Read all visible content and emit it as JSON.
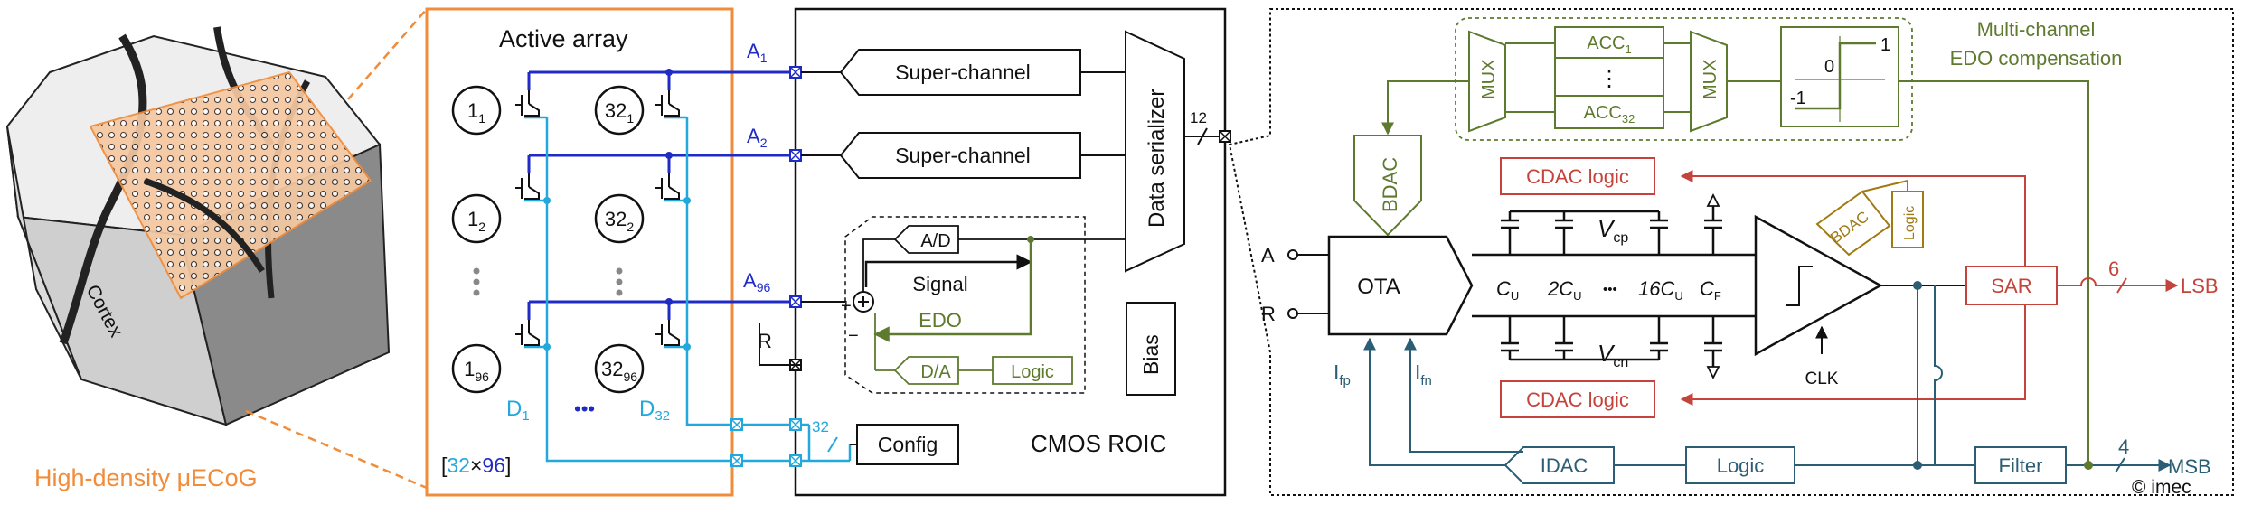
{
  "colors": {
    "black": "#111111",
    "orange": "#f08c3a",
    "orange_fill": "#f6c9a2",
    "blue": "#1f2bc4",
    "cyan": "#22a8dc",
    "olive": "#5e7a2e",
    "red": "#c4443c",
    "teal": "#2b5e74",
    "gold": "#a07a12",
    "gray": "#888888"
  },
  "left": {
    "cortex_label": "Cortex",
    "caption": "High-density μECoG"
  },
  "array": {
    "title": "Active array",
    "col1_main": [
      "1",
      "1",
      "1"
    ],
    "col1_sub": [
      "1",
      "2",
      "96"
    ],
    "col2_main": [
      "32",
      "32",
      "32"
    ],
    "col2_sub": [
      "1",
      "2",
      "96"
    ],
    "dots": "•••",
    "d1_main": "D",
    "d1_sub": "1",
    "d32_main": "D",
    "d32_sub": "32",
    "size_open": "[",
    "size_a": "32",
    "size_x": "×",
    "size_b": "96",
    "size_close": "]"
  },
  "roic": {
    "a1_main": "A",
    "a1_sub": "1",
    "a2_main": "A",
    "a2_sub": "2",
    "a96_main": "A",
    "a96_sub": "96",
    "r_label": "R",
    "superchannel_1": "Super-channel",
    "superchannel_2": "Super-channel",
    "serializer": "Data serializer",
    "bus12": "12",
    "ad": "A/D",
    "signal": "Signal",
    "edo": "EDO",
    "da": "D/A",
    "logic": "Logic",
    "plus": "+",
    "minus": "−",
    "bias": "Bias",
    "bus32": "32",
    "config": "Config",
    "title": "CMOS ROIC"
  },
  "detail": {
    "mux1": "MUX",
    "mux2": "MUX",
    "acc1_main": "ACC",
    "acc1_sub": "1",
    "acc_dots": "⋮",
    "acc32_main": "ACC",
    "acc32_sub": "32",
    "step_zero": "0",
    "step_one": "1",
    "step_neg": "-1",
    "edo_title_1": "Multi-channel",
    "edo_title_2": "EDO compensation",
    "bdac": "BDAC",
    "cdac_logic_top": "CDAC logic",
    "cdac_logic_bottom": "CDAC logic",
    "ota": "OTA",
    "in_a": "A",
    "in_r": "R",
    "cap_labels": [
      "C",
      "2C",
      "16C",
      "C"
    ],
    "cap_subs": [
      "U",
      "U",
      "U",
      "F"
    ],
    "cap_dots": "•••",
    "vcp_main": "V",
    "vcp_sub": "cp",
    "vcn_main": "V",
    "vcn_sub": "cn",
    "comp_bdac": "BDAC",
    "comp_logic": "Logic",
    "clk": "CLK",
    "sar": "SAR",
    "lsb_bits": "6",
    "lsb": "LSB",
    "ifp_main": "I",
    "ifp_sub": "fp",
    "ifn_main": "I",
    "ifn_sub": "fn",
    "idac": "IDAC",
    "logic_bottom": "Logic",
    "filter": "Filter",
    "msb_bits": "4",
    "msb": "MSB",
    "copyright": "© imec"
  }
}
